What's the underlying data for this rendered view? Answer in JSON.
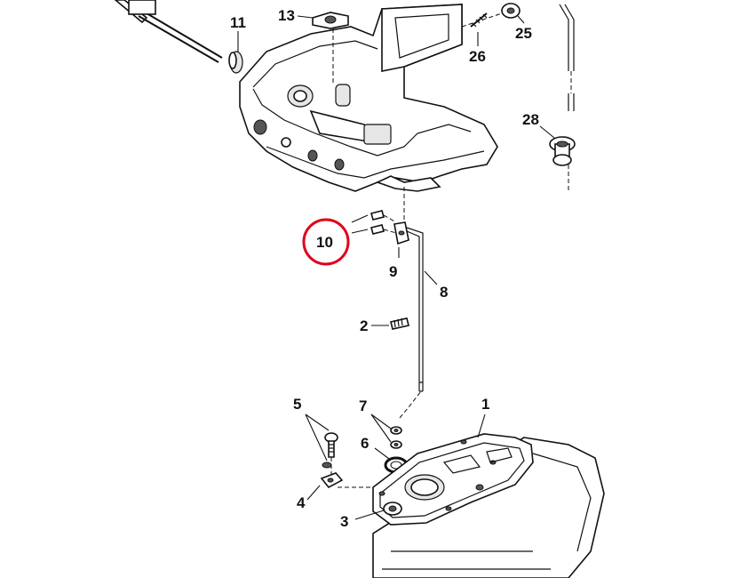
{
  "diagram": {
    "callouts": [
      {
        "id": "1",
        "label": "1"
      },
      {
        "id": "2",
        "label": "2"
      },
      {
        "id": "3",
        "label": "3"
      },
      {
        "id": "4",
        "label": "4"
      },
      {
        "id": "5",
        "label": "5"
      },
      {
        "id": "6",
        "label": "6"
      },
      {
        "id": "7",
        "label": "7"
      },
      {
        "id": "8",
        "label": "8"
      },
      {
        "id": "9",
        "label": "9"
      },
      {
        "id": "10",
        "label": "10"
      },
      {
        "id": "11",
        "label": "11"
      },
      {
        "id": "13",
        "label": "13"
      },
      {
        "id": "25",
        "label": "25"
      },
      {
        "id": "26",
        "label": "26"
      },
      {
        "id": "28",
        "label": "28"
      }
    ],
    "highlighted_callout": "10",
    "highlight_color": "#e0001b",
    "line_color": "#111111"
  }
}
